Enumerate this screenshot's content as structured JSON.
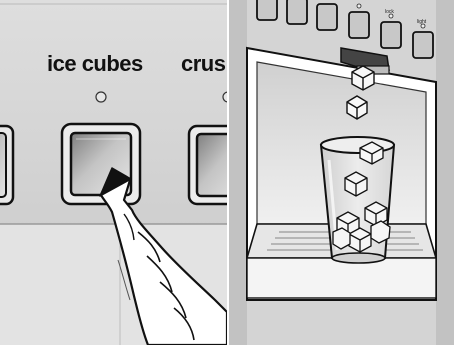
{
  "left_panel": {
    "primary_button_label": "ice cubes",
    "secondary_button_label": "crus"
  },
  "right_panel": {
    "button_labels": [
      "lock",
      "light"
    ]
  },
  "colors": {
    "panel_gray": "#d9d9d9",
    "panel_shadow": "#b8b8b8",
    "outline": "#111111",
    "button_face": "#a9a9a9",
    "glass_fill": "#dcdcdc",
    "background": "#ffffff"
  },
  "icons": [
    "indicator-led-icon",
    "pointing-hand-icon",
    "ice-cube-icon",
    "glass-icon"
  ]
}
